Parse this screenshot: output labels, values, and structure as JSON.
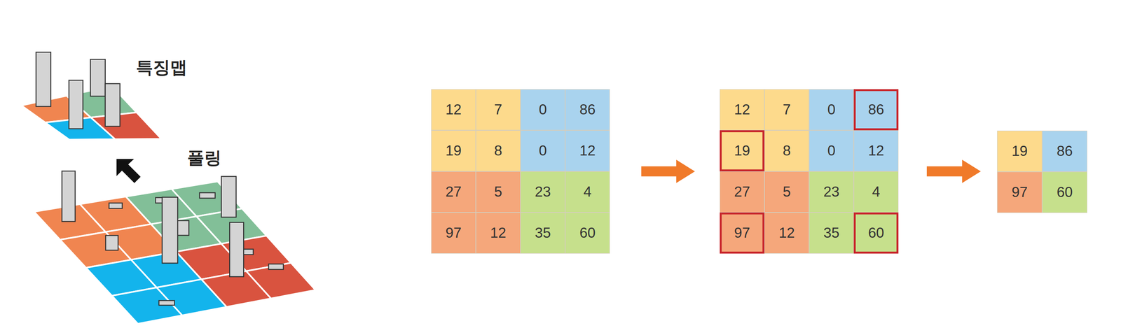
{
  "diagram": {
    "labels": [
      "특징맵",
      "풀링",
      "12",
      "7",
      "0",
      "86",
      "19",
      "8",
      "0",
      "12",
      "27",
      "5",
      "23",
      "4",
      "97",
      "12",
      "35",
      "60",
      "12",
      "7",
      "0",
      "86",
      "19",
      "8",
      "0",
      "12",
      "27",
      "5",
      "23",
      "4",
      "97",
      "12",
      "35",
      "60",
      "19",
      "86",
      "97",
      "60"
    ]
  }
}
